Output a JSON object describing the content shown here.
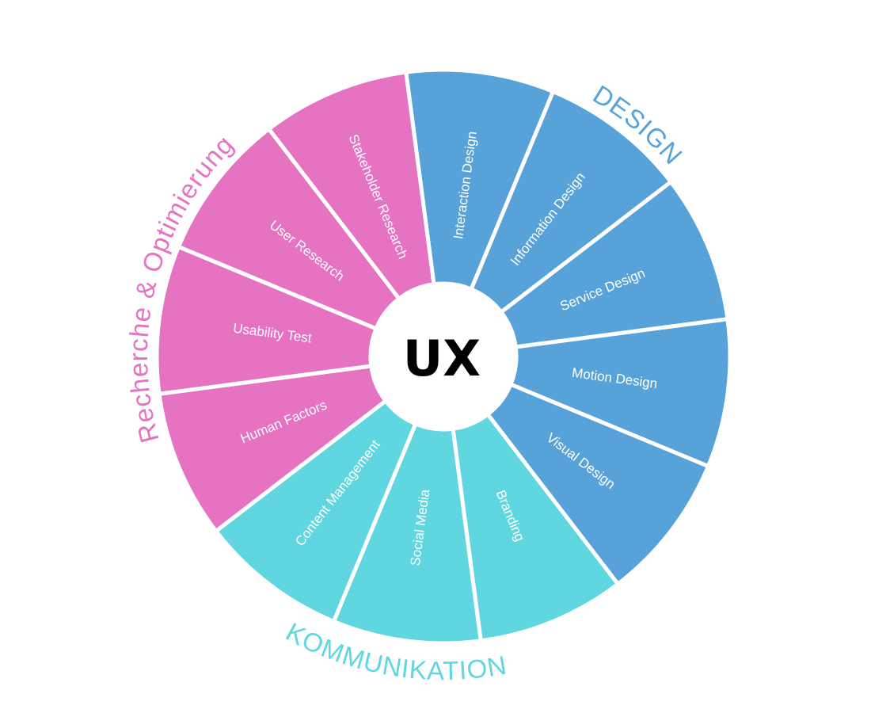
{
  "center": {
    "label": "UX"
  },
  "colors": {
    "design": "#58a2da",
    "kommunikation": "#60d6e0",
    "recherche": "#e672c2"
  },
  "categories": [
    {
      "id": "design",
      "label": "DESIGN"
    },
    {
      "id": "kommunikation",
      "label": "KOMMUNIKATION"
    },
    {
      "id": "recherche",
      "label": "Recherche & Optimierung"
    }
  ],
  "segments": [
    {
      "label": "Interaction Design",
      "category": "design"
    },
    {
      "label": "Information Design",
      "category": "design"
    },
    {
      "label": "Service Design",
      "category": "design"
    },
    {
      "label": "Motion Design",
      "category": "design"
    },
    {
      "label": "Visual Design",
      "category": "design"
    },
    {
      "label": "Branding",
      "category": "kommunikation"
    },
    {
      "label": "Social Media",
      "category": "kommunikation"
    },
    {
      "label": "Content Management",
      "category": "kommunikation"
    },
    {
      "label": "Human Factors",
      "category": "recherche"
    },
    {
      "label": "Usability Test",
      "category": "recherche"
    },
    {
      "label": "User Research",
      "category": "recherche"
    },
    {
      "label": "Stakeholder Research",
      "category": "recherche"
    }
  ]
}
